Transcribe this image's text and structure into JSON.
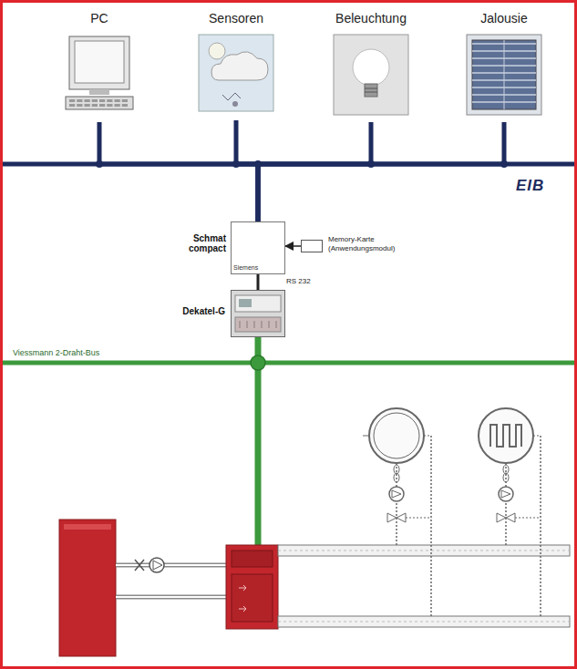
{
  "diagram": {
    "nodes": [
      {
        "text": [
          "PC"
        ]
      },
      {
        "text": [
          "Sensoren"
        ]
      },
      {
        "text": [
          "Beleuchtung"
        ]
      },
      {
        "text": [
          "Jalousie"
        ]
      },
      {
        "text": [
          "Schmat compact",
          "Siemens"
        ]
      },
      {
        "text": [
          "Memory-Karte (Anwendungsmodul)"
        ]
      },
      {
        "text": [
          "Dekatel-G"
        ]
      }
    ],
    "edges": [
      {
        "from": 0,
        "to": 4,
        "arrow": "none"
      },
      {
        "from": 1,
        "to": 4,
        "arrow": "none"
      },
      {
        "from": 2,
        "to": 4,
        "arrow": "none"
      },
      {
        "from": 3,
        "to": 4,
        "arrow": "none"
      },
      {
        "from": 5,
        "to": 4,
        "arrow": "to"
      },
      {
        "from": 4,
        "to": 6,
        "label": "RS 232",
        "arrow": "none"
      }
    ],
    "labels": [
      "EIB",
      "Viessmann 2-Draht-Bus"
    ]
  }
}
